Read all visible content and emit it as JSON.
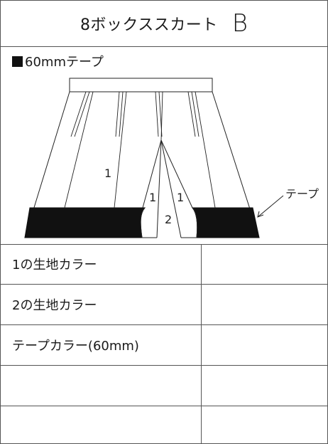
{
  "title": {
    "main": "8ボックススカート",
    "letter": "B"
  },
  "section": {
    "label": "60mmテープ"
  },
  "diagram": {
    "panel_label_1": "1",
    "pleat_label_left": "1",
    "pleat_label_right": "1",
    "panel_label_2": "2",
    "callout": "テープ"
  },
  "rows": [
    {
      "label": "1の生地カラー",
      "value": ""
    },
    {
      "label": "2の生地カラー",
      "value": ""
    },
    {
      "label": "テープカラー(60mm)",
      "value": ""
    },
    {
      "label": "",
      "value": ""
    },
    {
      "label": "",
      "value": ""
    }
  ]
}
